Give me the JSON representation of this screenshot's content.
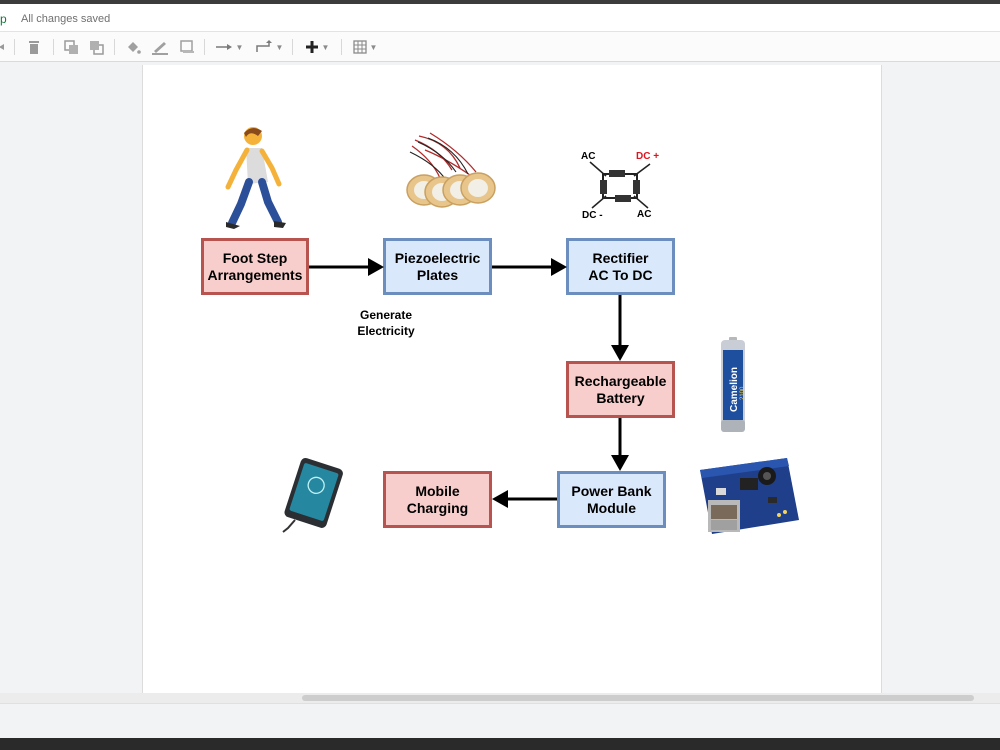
{
  "app": {
    "name_fragment": "p",
    "save_status": "All changes saved"
  },
  "toolbar": {
    "icons": [
      "delete-icon",
      "to-front-icon",
      "to-back-icon",
      "fill-color-icon",
      "line-color-icon",
      "shadow-icon",
      "connection-icon",
      "waypoints-icon",
      "insert-icon",
      "table-icon"
    ]
  },
  "colors": {
    "red_fill": "#f8cecc",
    "red_stroke": "#b85450",
    "blue_fill": "#dae8fc",
    "blue_stroke": "#6c8ebf",
    "arrow": "#000000"
  },
  "diagram": {
    "nodes": [
      {
        "id": "footstep",
        "label": "Foot Step\nArrangements",
        "style": "red"
      },
      {
        "id": "piezo",
        "label": "Piezoelectric\nPlates",
        "style": "blue"
      },
      {
        "id": "rectifier",
        "label": "Rectifier\nAC To DC",
        "style": "blue"
      },
      {
        "id": "battery",
        "label": "Rechargeable\nBattery",
        "style": "red"
      },
      {
        "id": "powerbank",
        "label": "Power Bank\nModule",
        "style": "blue"
      },
      {
        "id": "mobile",
        "label": "Mobile\nCharging",
        "style": "red"
      }
    ],
    "edges": [
      {
        "from": "footstep",
        "to": "piezo",
        "label": "Generate\nElectricity"
      },
      {
        "from": "piezo",
        "to": "rectifier",
        "label": ""
      },
      {
        "from": "rectifier",
        "to": "battery",
        "label": ""
      },
      {
        "from": "battery",
        "to": "powerbank",
        "label": ""
      },
      {
        "from": "powerbank",
        "to": "mobile",
        "label": ""
      }
    ],
    "rectifier_image": {
      "ac_top": "AC",
      "dc_plus": "DC +",
      "dc_minus": "DC -",
      "ac_bottom": "AC"
    },
    "battery_image": {
      "brand": "Camelion",
      "capacity": "2100"
    },
    "images": [
      "walking-person-image",
      "piezo-discs-image",
      "rectifier-bridge-image",
      "battery-image",
      "smartphone-image",
      "power-bank-module-image"
    ]
  }
}
